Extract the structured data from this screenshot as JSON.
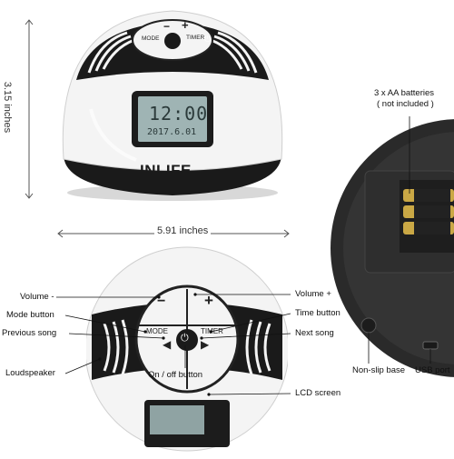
{
  "dimensions": {
    "height": "3.15 inches",
    "width": "5.91 inches"
  },
  "device_top": {
    "brand": "INLIFE",
    "lcd_time": "12:00",
    "lcd_date": "2017.6.01",
    "buttons": {
      "minus": "−",
      "plus": "+",
      "mode": "MODE",
      "timer": "TIMER",
      "power": "⏻"
    }
  },
  "device_front": {
    "buttons": {
      "minus": "−",
      "plus": "+",
      "mode": "MODE",
      "timer": "TIMER",
      "prev": "◀",
      "next": "▶",
      "power": "⏻"
    },
    "labels": {
      "volume_minus": "Volume -",
      "mode_button": "Mode button",
      "previous_song": "Previous song",
      "loudspeaker": "Loudspeaker",
      "volume_plus": "Volume +",
      "time_button": "Time button",
      "next_song": "Next song",
      "on_off_button": "On / off button",
      "lcd_screen": "LCD screen"
    }
  },
  "device_back": {
    "batteries_label_line1": "3 x AA batteries",
    "batteries_label_line2": "( not included )",
    "non_slip_base": "Non-slip base",
    "usb_port": "USB port"
  },
  "colors": {
    "body_white": "#f4f4f4",
    "body_black": "#1a1a1a",
    "lcd_bg": "#9fb4b4",
    "back_dark": "#2a2a2a"
  }
}
